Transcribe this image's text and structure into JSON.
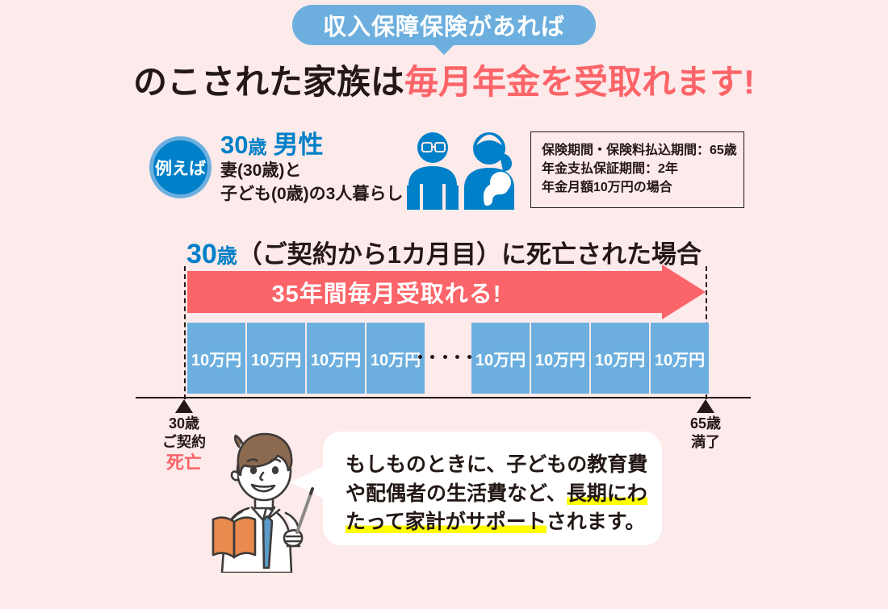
{
  "colors": {
    "background": "#fdeaea",
    "blue_light": "#6cafdf",
    "blue_dark": "#0080c8",
    "red": "#fb6468",
    "ink": "#231815",
    "highlight": "#ffff00",
    "bubble": "#ffffff"
  },
  "header": {
    "pill_label": "収入保障保険があれば",
    "headline_prefix": "のこされた家族は",
    "headline_highlight": "毎月年金を受取れます!"
  },
  "example": {
    "badge": "例えば",
    "age": "30",
    "age_unit": "歳",
    "gender": "男性",
    "detail_line1": "妻(30歳)と",
    "detail_line2": "子ども(0歳)の3人暮らし",
    "icons": [
      "father-glasses-icon",
      "mother-with-baby-icon"
    ]
  },
  "conditions": {
    "lines": [
      "保険期間・保険料払込期間：65歳",
      "年金支払保証期間：2年",
      "年金月額10万円の場合"
    ]
  },
  "scenario": {
    "age": "30",
    "age_unit": "歳",
    "rest": "（ご契約から1カ月目）に死亡された場合"
  },
  "arrow": {
    "label": "35年間毎月受取れる!"
  },
  "payments": {
    "amount": "10",
    "unit": "万円",
    "boxes": [
      "10万円",
      "10万円",
      "10万円",
      "10万円",
      "10万円",
      "10万円",
      "10万円",
      "10万円"
    ],
    "ellipsis_dots": 5
  },
  "timeline": {
    "start": {
      "age": "30歳",
      "event": "ご契約",
      "status": "死亡"
    },
    "end": {
      "age": "65歳",
      "event": "満了"
    }
  },
  "bubble": {
    "line1": "もしものときに、子どもの教育費",
    "line2_plain": "や配偶者の生活費など、",
    "line2_mark": "長期にわ",
    "line3_mark": "たって家計がサポート",
    "line3_plain": "されます。"
  },
  "illustration": {
    "name": "teacher-with-pointer-and-book"
  }
}
